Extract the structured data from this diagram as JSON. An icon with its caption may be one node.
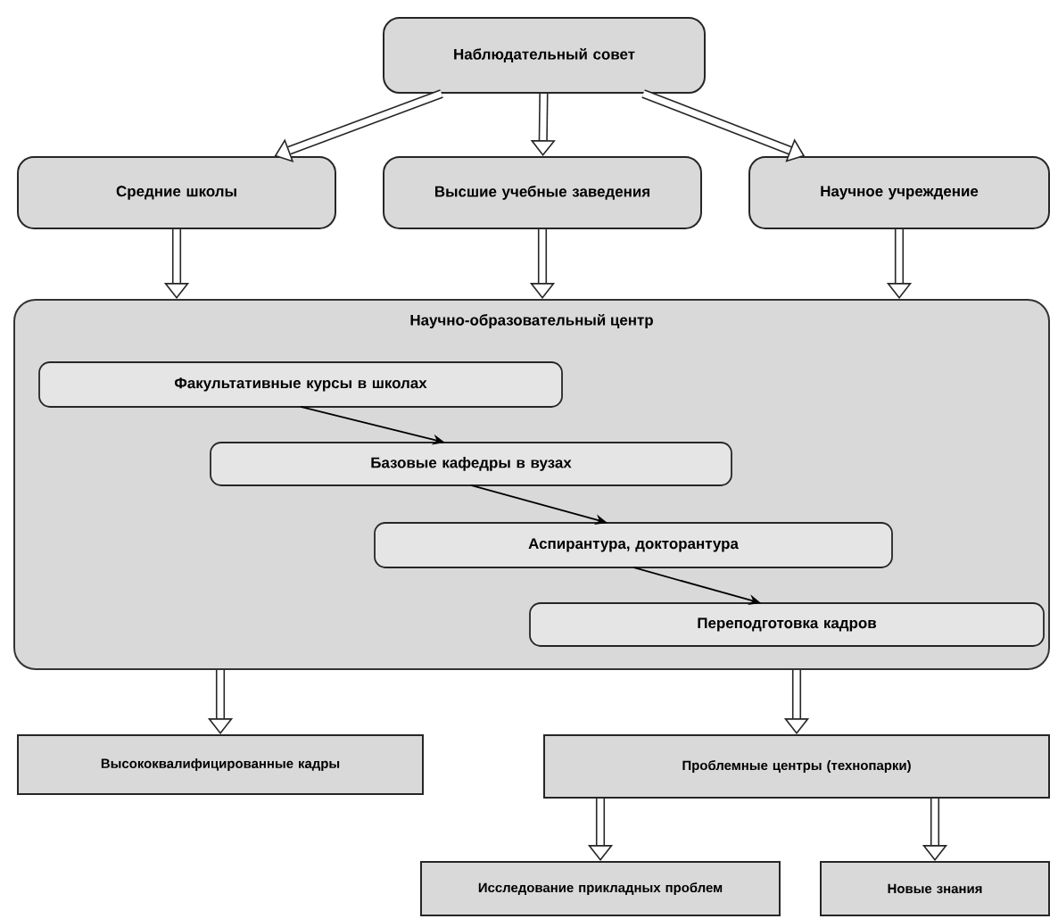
{
  "diagram": {
    "nodes": [
      {
        "text": [
          "Наблюдательный совет"
        ]
      },
      {
        "text": [
          "Средние школы"
        ]
      },
      {
        "text": [
          "Высшие учебные заведения"
        ]
      },
      {
        "text": [
          "Научное учреждение"
        ]
      },
      {
        "text": [
          "Научно-образовательный центр"
        ]
      },
      {
        "text": [
          "Факультативные курсы в школах"
        ],
        "in": 4
      },
      {
        "text": [
          "Базовые кафедры в вузах"
        ],
        "in": 4
      },
      {
        "text": [
          "Аспирантура, докторантура"
        ],
        "in": 4
      },
      {
        "text": [
          "Переподготовка кадров"
        ],
        "in": 4
      },
      {
        "text": [
          "Высококвалифицированные кадры"
        ]
      },
      {
        "text": [
          "Проблемные центры (технопарки)"
        ]
      },
      {
        "text": [
          "Исследование прикладных проблем"
        ]
      },
      {
        "text": [
          "Новые знания"
        ]
      }
    ],
    "edges": [
      {
        "from": 0,
        "to": 1,
        "arrow": "to"
      },
      {
        "from": 0,
        "to": 2,
        "arrow": "to"
      },
      {
        "from": 0,
        "to": 3,
        "arrow": "to"
      },
      {
        "from": 1,
        "to": 4,
        "arrow": "to"
      },
      {
        "from": 2,
        "to": 4,
        "arrow": "to"
      },
      {
        "from": 3,
        "to": 4,
        "arrow": "to"
      },
      {
        "from": 5,
        "to": 6,
        "arrow": "to"
      },
      {
        "from": 6,
        "to": 7,
        "arrow": "to"
      },
      {
        "from": 7,
        "to": 8,
        "arrow": "to"
      },
      {
        "from": 4,
        "to": 9,
        "arrow": "to"
      },
      {
        "from": 4,
        "to": 10,
        "arrow": "to"
      },
      {
        "from": 10,
        "to": 11,
        "arrow": "to"
      },
      {
        "from": 10,
        "to": 12,
        "arrow": "to"
      }
    ]
  }
}
